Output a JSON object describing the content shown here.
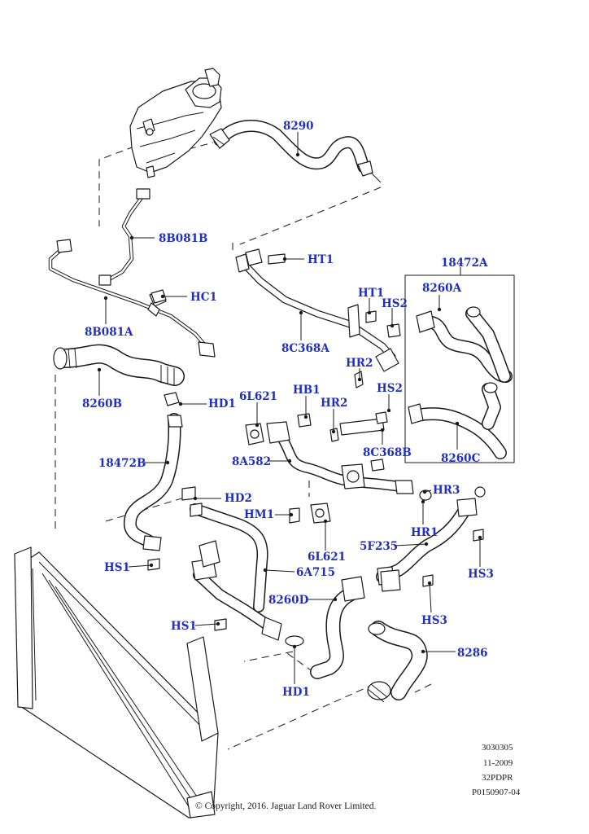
{
  "labels": {
    "p8290": "8290",
    "p8b081b": "8B081B",
    "pht1a": "HT1",
    "p18472a": "18472A",
    "phc1": "HC1",
    "p8260a": "8260A",
    "pht1b": "HT1",
    "phs2a": "HS2",
    "p8b081a": "8B081A",
    "p8c368a": "8C368A",
    "phr2a": "HR2",
    "p8260b": "8260B",
    "p6l621a": "6L621",
    "phb1": "HB1",
    "phs2b": "HS2",
    "phd1a": "HD1",
    "phr2b": "HR2",
    "p8c368b": "8C368B",
    "p8260c": "8260C",
    "p18472b": "18472B",
    "p8a582": "8A582",
    "phr3": "HR3",
    "phd2": "HD2",
    "phm1": "HM1",
    "phr1": "HR1",
    "p6l621b": "6L621",
    "p5f235": "5F235",
    "phs1a": "HS1",
    "p6a715": "6A715",
    "phs3a": "HS3",
    "p8260d": "8260D",
    "phs3b": "HS3",
    "phs1b": "HS1",
    "p8286": "8286",
    "phd1b": "HD1"
  },
  "reference": {
    "line1": "3030305",
    "line2": "11-2009",
    "line3": "32PDPR",
    "line4": "P0150907-04"
  },
  "copyright": "© Copyright, 2016. Jaguar Land Rover Limited.",
  "colors": {
    "callout": "#1f2fbf",
    "line": "#1a1a1a"
  }
}
